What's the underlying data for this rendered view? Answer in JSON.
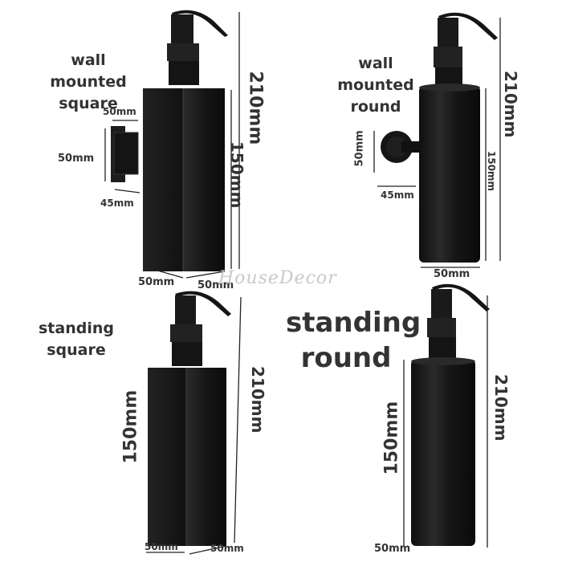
{
  "products": [
    {
      "name": "wall mounted\nsquare",
      "height_total": "210mm",
      "height_body": "150mm",
      "mount_top": "50mm",
      "mount_side": "50mm",
      "mount_depth": "45mm",
      "base_w1": "50mm",
      "base_w2": "50mm"
    },
    {
      "name": "wall mounted\nround",
      "height_total": "210mm",
      "height_body": "150mm",
      "mount_side": "50mm",
      "mount_depth": "45mm",
      "base_w": "50mm"
    },
    {
      "name": "standing\nsquare",
      "height_total": "210mm",
      "height_body": "150mm",
      "base_w1": "50mm",
      "base_w2": "50mm"
    },
    {
      "name": "standing\nround",
      "height_total": "210mm",
      "height_body": "150mm",
      "base_w": "50mm"
    }
  ],
  "labels": {
    "wall_square_l1": "wall mounted",
    "wall_square_l2": "square",
    "wall_round_l1": "wall mounted",
    "wall_round_l2": "round",
    "stand_square_l1": "standing",
    "stand_square_l2": "square",
    "stand_round_l1": "standing",
    "stand_round_l2": "round"
  },
  "dims": {
    "ws_total": "210mm",
    "ws_body": "150mm",
    "ws_top": "50mm",
    "ws_side": "50mm",
    "ws_depth": "45mm",
    "ws_base1": "50mm",
    "ws_base2": "50mm",
    "wr_total": "210mm",
    "wr_body": "150mm",
    "wr_side": "50mm",
    "wr_depth": "45mm",
    "wr_base": "50mm",
    "ss_total": "210mm",
    "ss_body": "150mm",
    "ss_base1": "50mm",
    "ss_base2": "50mm",
    "sr_total": "210mm",
    "sr_body": "150mm",
    "sr_base": "50mm"
  },
  "watermark": "HouseDecor",
  "colors": {
    "product": "#1a1a1a",
    "product_highlight": "#3a3a3a",
    "text": "#333333",
    "dim_line": "#222222"
  }
}
